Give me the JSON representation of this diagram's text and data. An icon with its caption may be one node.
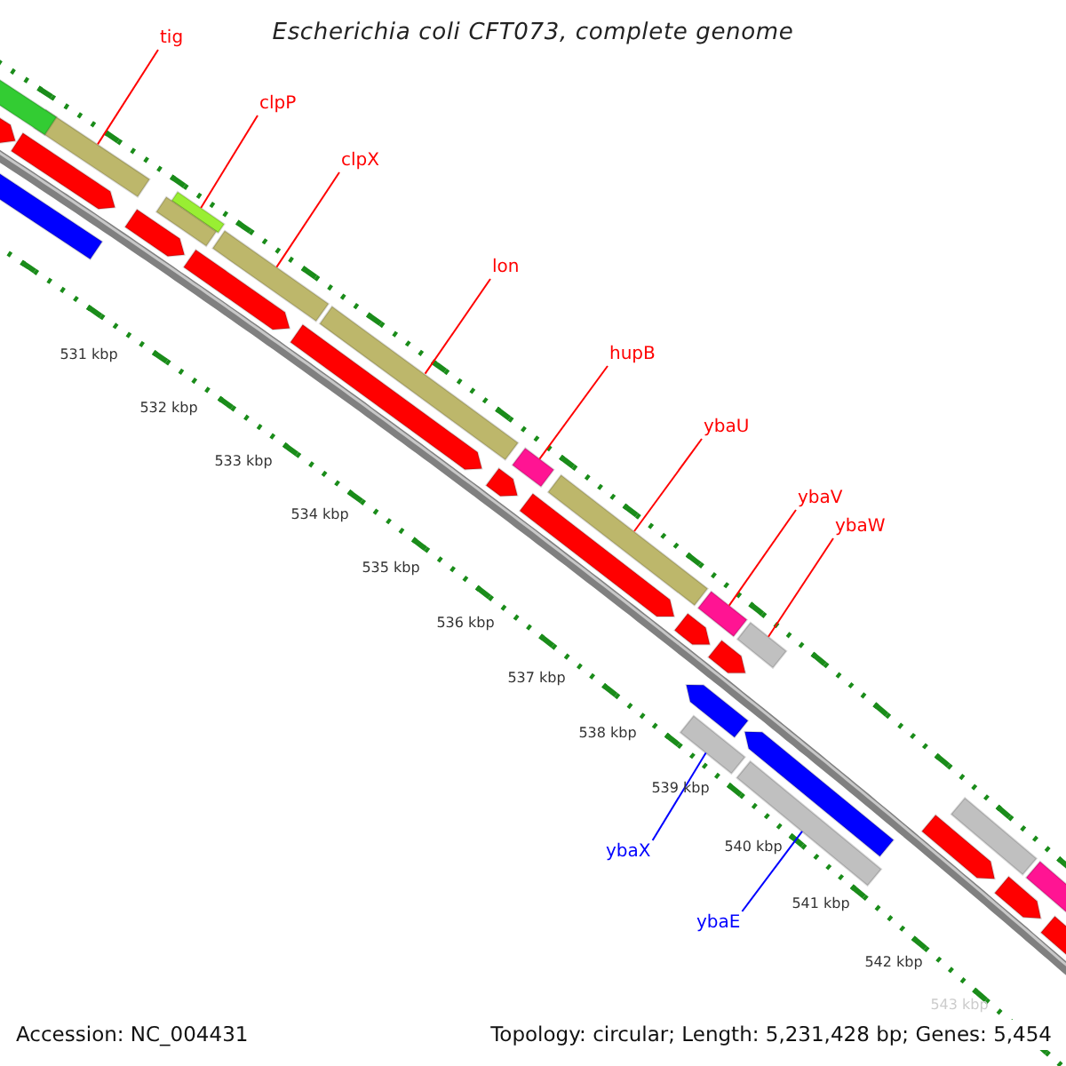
{
  "diagram": {
    "title": "Escherichia coli CFT073, complete genome",
    "nodes": [
      {
        "text": [
          "tig"
        ]
      },
      {
        "text": [
          "clpP"
        ]
      },
      {
        "text": [
          "clpX"
        ]
      },
      {
        "text": [
          "lon"
        ]
      },
      {
        "text": [
          "hupB"
        ]
      },
      {
        "text": [
          "ybaU"
        ]
      },
      {
        "text": [
          "ybaV"
        ]
      },
      {
        "text": [
          "ybaW"
        ]
      },
      {
        "text": [
          "ybaX"
        ]
      },
      {
        "text": [
          "ybaE"
        ]
      },
      {
        "text": [],
        "shape": "bar"
      },
      {
        "text": [],
        "shape": "bar"
      },
      {
        "text": [],
        "shape": "bar"
      },
      {
        "text": [],
        "shape": "bar"
      },
      {
        "text": [],
        "shape": "bar"
      },
      {
        "text": [],
        "shape": "bar"
      },
      {
        "text": [],
        "shape": "bar"
      },
      {
        "text": [],
        "shape": "bar"
      },
      {
        "text": [],
        "shape": "bar"
      },
      {
        "text": [],
        "shape": "bar"
      },
      {
        "text": [],
        "shape": "bar"
      },
      {
        "text": [],
        "shape": "bar"
      },
      {
        "text": [],
        "shape": "bar"
      },
      {
        "text": [],
        "shape": "bar"
      },
      {
        "text": [],
        "shape": "bar"
      },
      {
        "text": [],
        "shape": "bar"
      },
      {
        "text": [],
        "shape": "bar"
      },
      {
        "text": [],
        "shape": "bar"
      },
      {
        "text": [],
        "shape": "bar"
      },
      {
        "text": [],
        "shape": "bar"
      },
      {
        "text": [],
        "shape": "bar"
      },
      {
        "text": [],
        "shape": "bar"
      },
      {
        "text": [],
        "shape": "bar"
      },
      {
        "text": [],
        "shape": "bar"
      },
      {
        "text": [],
        "shape": "bar"
      },
      {
        "text": [],
        "shape": "bar"
      },
      {
        "text": [],
        "shape": "bar"
      },
      {
        "text": [],
        "shape": "bar"
      },
      {
        "text": [],
        "shape": "bar"
      }
    ],
    "edges": [
      {
        "from": 0,
        "to": 10,
        "arrow": "none"
      },
      {
        "from": 1,
        "to": 11,
        "arrow": "none"
      },
      {
        "from": 2,
        "to": 12,
        "arrow": "none"
      },
      {
        "from": 3,
        "to": 13,
        "arrow": "none"
      },
      {
        "from": 4,
        "to": 14,
        "arrow": "none"
      },
      {
        "from": 5,
        "to": 15,
        "arrow": "none"
      },
      {
        "from": 6,
        "to": 16,
        "arrow": "none"
      },
      {
        "from": 7,
        "to": 17,
        "arrow": "none"
      },
      {
        "from": 8,
        "to": 18,
        "arrow": "none",
        "color": "#0000ff"
      },
      {
        "from": 9,
        "to": 19,
        "arrow": "none",
        "color": "#0000ff"
      }
    ],
    "labels": [
      "531 kbp",
      "532 kbp",
      "533 kbp",
      "534 kbp",
      "535 kbp",
      "536 kbp",
      "537 kbp",
      "538 kbp",
      "539 kbp",
      "540 kbp",
      "541 kbp",
      "542 kbp",
      "543 kbp",
      "Accession: NC_004431",
      "Topology: circular; Length: 5,231,428 bp; Genes: 5,454"
    ]
  }
}
